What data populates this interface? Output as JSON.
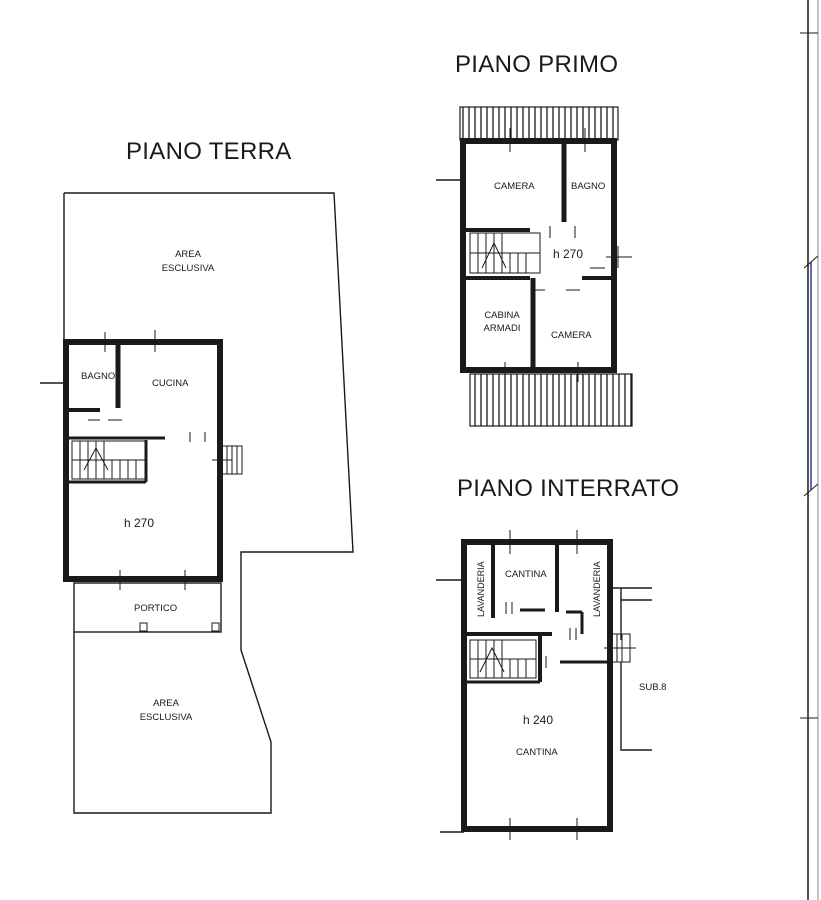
{
  "piano_terra": {
    "title": "PIANO TERRA",
    "area_top": [
      "AREA",
      "ESCLUSIVA"
    ],
    "bagno": "BAGNO",
    "cucina": "CUCINA",
    "height": "h 270",
    "portico": "PORTICO",
    "area_bottom": [
      "AREA",
      "ESCLUSIVA"
    ]
  },
  "piano_primo": {
    "title": "PIANO PRIMO",
    "camera_1": "CAMERA",
    "bagno": "BAGNO",
    "height": "h 270",
    "cabina": [
      "CABINA",
      "ARMADI"
    ],
    "camera_2": "CAMERA"
  },
  "piano_interrato": {
    "title": "PIANO INTERRATO",
    "lavanderia_left": "LAVANDERIA",
    "cantina_top": "CANTINA",
    "lavanderia_right": "LAVANDERIA",
    "height": "h 240",
    "cantina_main": "CANTINA",
    "sub": "SUB.8"
  }
}
